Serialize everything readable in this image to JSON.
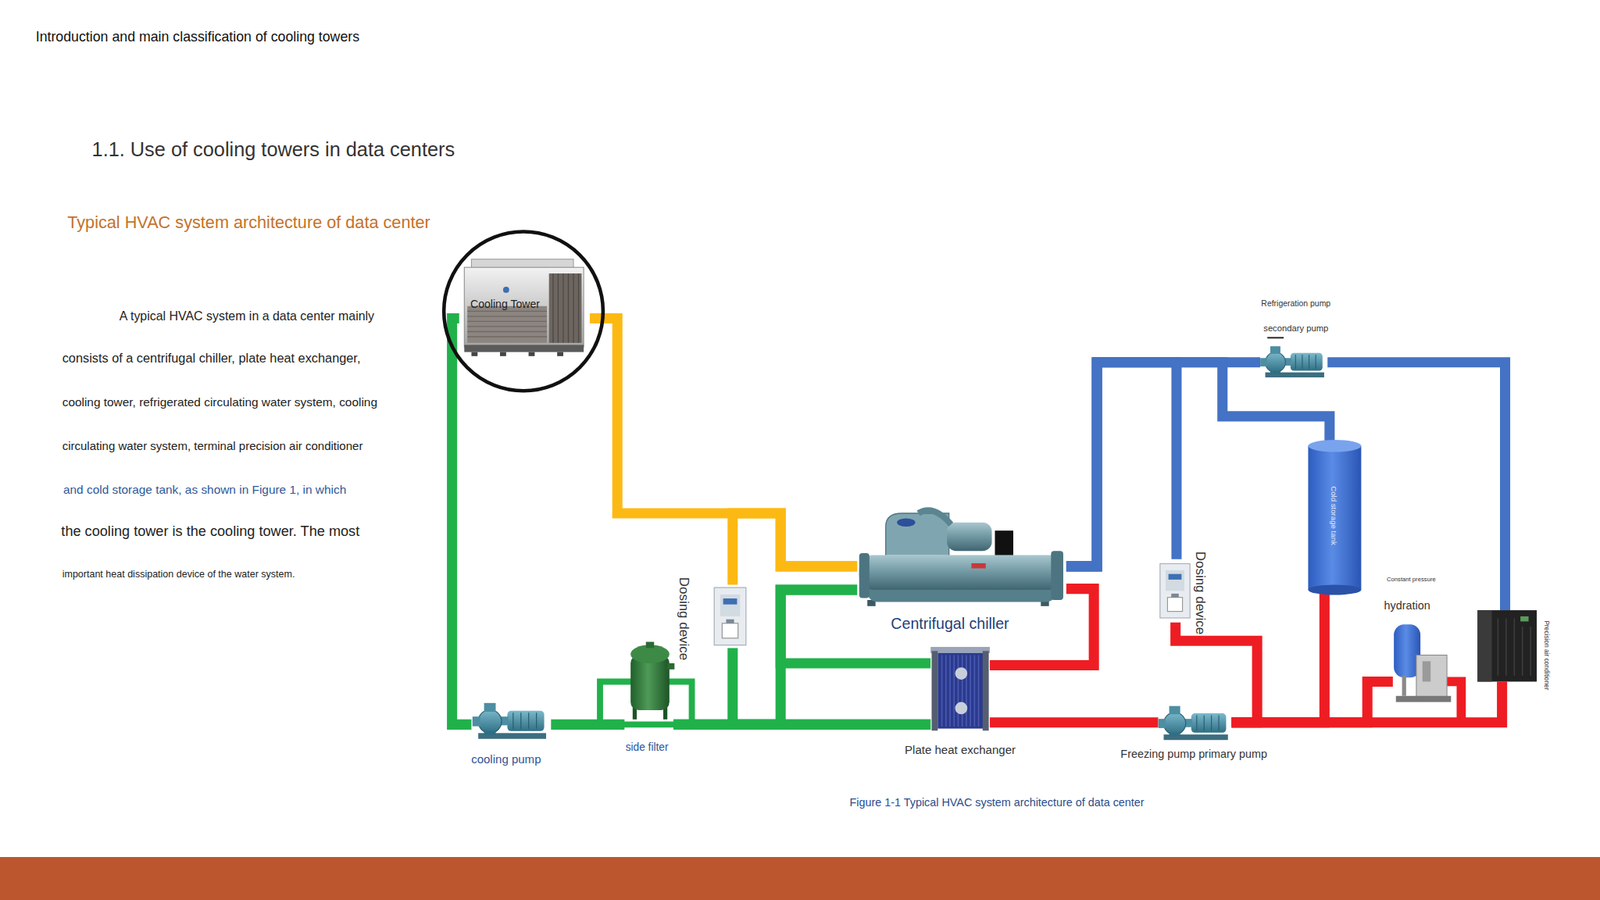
{
  "diagram": {
    "title": "Typical HVAC system architecture of data center",
    "caption": "Figure 1-1 Typical HVAC system architecture of data center",
    "nodes": [
      {
        "text": [
          "Cooling Tower"
        ]
      },
      {
        "text": [
          "cooling pump"
        ]
      },
      {
        "text": [
          "side filter"
        ]
      },
      {
        "text": [
          "Dosing device"
        ]
      },
      {
        "text": [
          "Centrifugal chiller"
        ]
      },
      {
        "text": [
          "Plate heat exchanger"
        ]
      },
      {
        "text": [
          "Freezing pump primary pump"
        ]
      },
      {
        "text": [
          "Dosing device"
        ]
      },
      {
        "text": [
          "Refrigeration pump",
          "secondary pump"
        ]
      },
      {
        "text": [
          "Cold storage tank"
        ]
      },
      {
        "text": [
          "Constant pressure",
          "hydration"
        ]
      },
      {
        "text": [
          "Precision air conditioner"
        ]
      }
    ],
    "edges": [
      {
        "from": 0,
        "to": 1,
        "arrow": "none"
      },
      {
        "from": 1,
        "to": 2,
        "arrow": "none"
      },
      {
        "from": 2,
        "to": 5,
        "arrow": "none"
      },
      {
        "from": 2,
        "to": 4,
        "arrow": "none"
      },
      {
        "from": 4,
        "to": 5,
        "arrow": "none"
      },
      {
        "from": 4,
        "to": 0,
        "arrow": "none"
      },
      {
        "from": 3,
        "to": 4,
        "arrow": "none"
      },
      {
        "from": 3,
        "to": 5,
        "arrow": "none"
      },
      {
        "from": 4,
        "to": 5,
        "arrow": "none"
      },
      {
        "from": 5,
        "to": 6,
        "arrow": "none"
      },
      {
        "from": 6,
        "to": 7,
        "arrow": "none"
      },
      {
        "from": 6,
        "to": 9,
        "arrow": "none"
      },
      {
        "from": 6,
        "to": 10,
        "arrow": "none"
      },
      {
        "from": 6,
        "to": 11,
        "arrow": "none"
      },
      {
        "from": 4,
        "to": 8,
        "arrow": "none"
      },
      {
        "from": 8,
        "to": 11,
        "arrow": "none"
      },
      {
        "from": 4,
        "to": 7,
        "arrow": "none"
      },
      {
        "from": 4,
        "to": 9,
        "arrow": "none"
      }
    ],
    "labels": [
      "Introduction and main classification of cooling towers",
      "1.1. Use of cooling towers in data centers",
      "A typical HVAC system in a data center mainly",
      "consists of a centrifugal chiller, plate heat exchanger,",
      "cooling tower, refrigerated circulating water system, cooling",
      "circulating water system, terminal precision air conditioner",
      "and cold storage tank, as shown in Figure 1, in which",
      "the cooling tower is the cooling tower. The most",
      "important heat dissipation device of the water system."
    ]
  }
}
